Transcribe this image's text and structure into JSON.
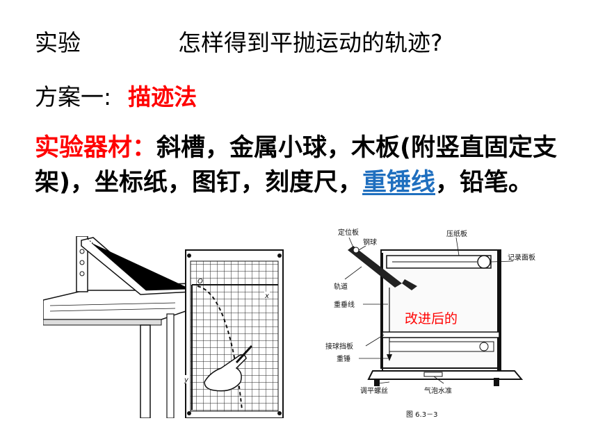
{
  "heading": {
    "label": "实验",
    "question": "怎样得到平抛运动的轨迹?"
  },
  "plan": {
    "label": "方案一:",
    "method": "描迹法"
  },
  "materials": {
    "label": "实验器材：",
    "items_part1": "斜槽，金属小球，木板(附竖直固定支架)，坐标纸，图钉，刻度尺，",
    "highlight": "重锤线",
    "items_part2": "，铅笔。"
  },
  "figure_left": {
    "origin": "O",
    "x_axis": "x",
    "y_axis": "y"
  },
  "figure_right": {
    "labels": {
      "positioning_board": "定位板",
      "steel_ball": "钢球",
      "press_board": "压纸板",
      "record_board": "记录面板",
      "track": "轨道",
      "plumb_line": "重垂线",
      "catch_board": "接球挡板",
      "plumb_weight": "重锤",
      "leveling_screw": "调平螺丝",
      "bubble_level": "气泡水准"
    },
    "fig_number": "图 6.3－3",
    "note": "改进后的"
  }
}
